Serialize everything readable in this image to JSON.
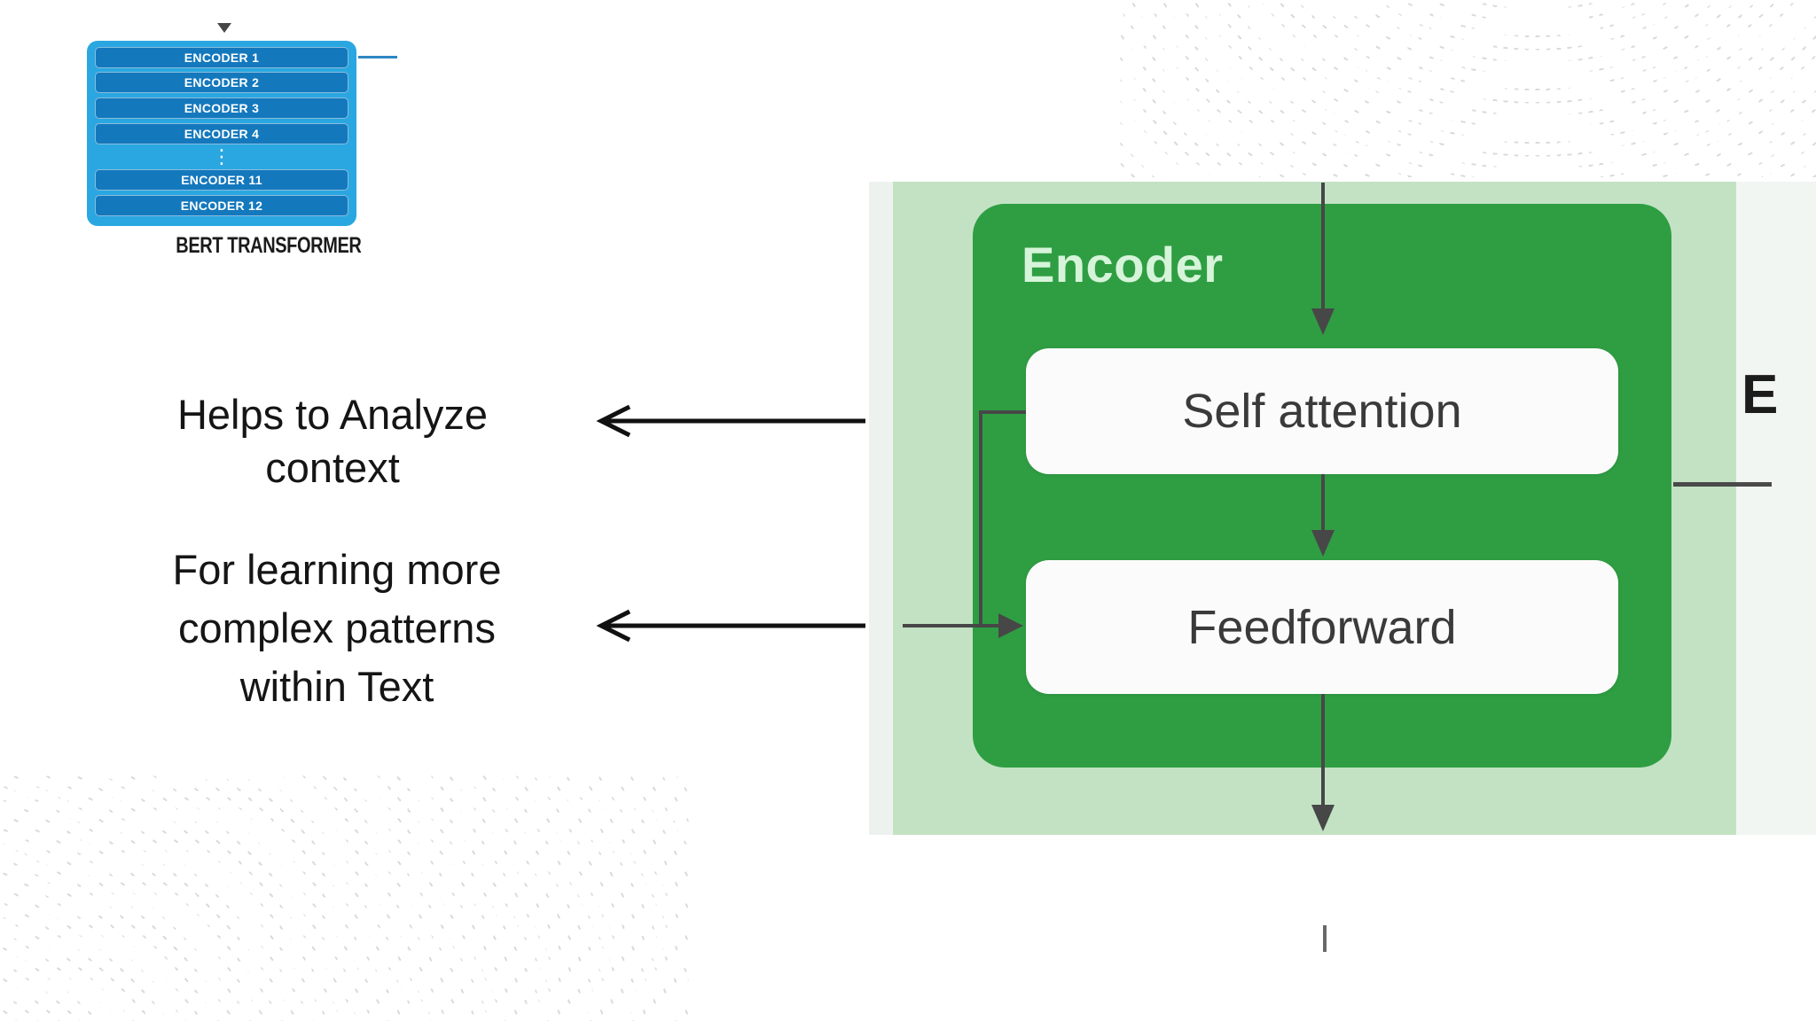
{
  "colors": {
    "blue_container": "#2aa7e0",
    "blue_bar": "#1478bd",
    "green_panel": "#c3e2c4",
    "green_box": "#2f9e43",
    "title_text": "#d6f4d9",
    "block_bg": "#fbfbfb",
    "block_text": "#3a3a3a",
    "arrow": "#474747"
  },
  "bert": {
    "rows": [
      "ENCODER 1",
      "ENCODER 2",
      "ENCODER 3",
      "ENCODER 4",
      "⋮",
      "ENCODER 11",
      "ENCODER 12"
    ],
    "caption": "BERT TRANSFORMER"
  },
  "notes": {
    "note1": {
      "lines": [
        "Helps to Analyze",
        "context"
      ]
    },
    "note2": {
      "lines": [
        "For learning more",
        "complex patterns",
        "within Text"
      ]
    }
  },
  "diagram": {
    "title": "Encoder",
    "self_attention": "Self attention",
    "feedforward": "Feedforward",
    "partial_label": "E"
  }
}
